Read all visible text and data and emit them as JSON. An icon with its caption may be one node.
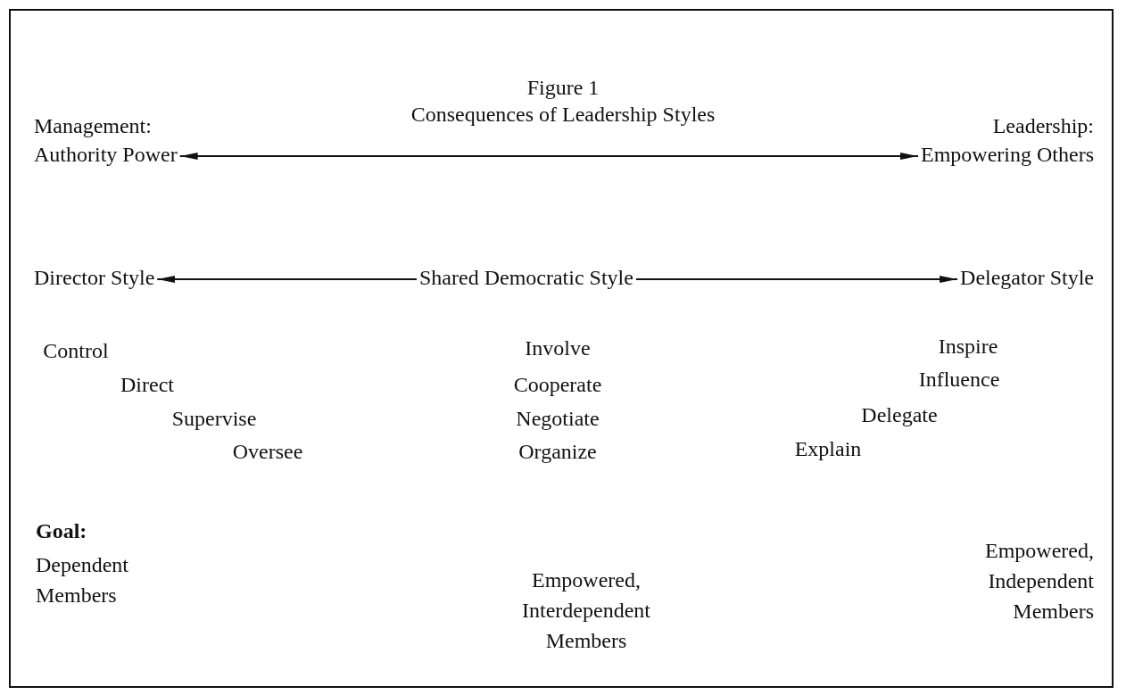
{
  "diagram": {
    "title": "Consequences of Leadership Styles",
    "nodes": [
      {
        "text": [
          "Management:",
          "Authority Power"
        ]
      },
      {
        "text": [
          "Leadership:",
          "Empowering Others"
        ]
      },
      {
        "text": [
          "Director Style"
        ]
      },
      {
        "text": [
          "Shared Democratic Style"
        ]
      },
      {
        "text": [
          "Delegator Style"
        ]
      }
    ],
    "edges": [
      {
        "from": 0,
        "to": 1,
        "arrow": "both"
      },
      {
        "from": 3,
        "to": 2,
        "arrow": "to"
      },
      {
        "from": 3,
        "to": 4,
        "arrow": "to"
      }
    ],
    "labels": [
      "Figure 1",
      "Control",
      "Direct",
      "Supervise",
      "Oversee",
      "Involve",
      "Cooperate",
      "Negotiate",
      "Organize",
      "Inspire",
      "Influence",
      "Delegate",
      "Explain",
      "Goal:",
      "Dependent Members",
      "Empowered, Interdependent Members",
      "Empowered, Independent Members"
    ]
  }
}
